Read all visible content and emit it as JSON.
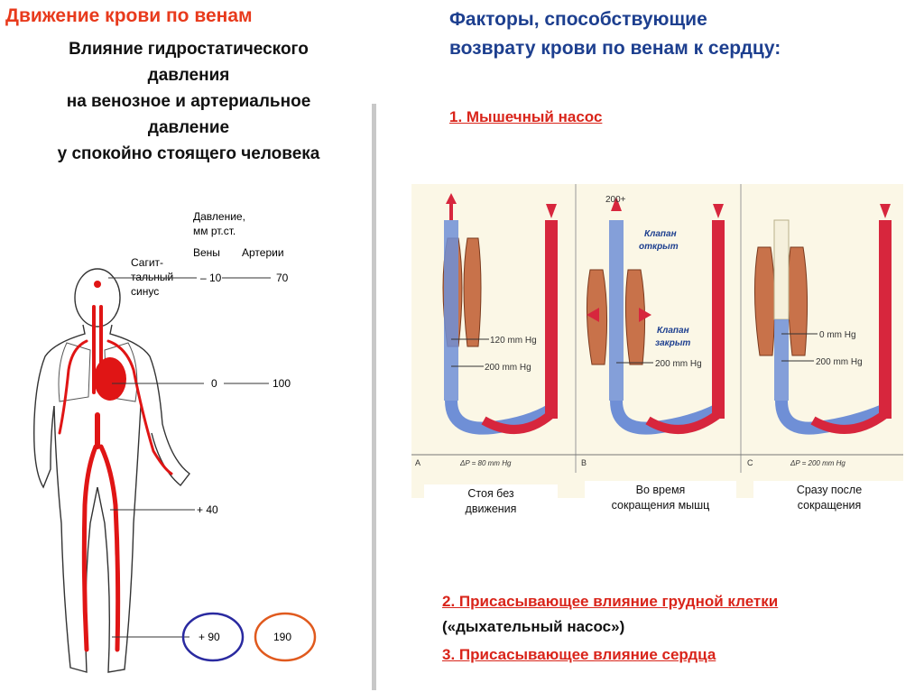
{
  "left": {
    "title": "Движение крови по венам",
    "subtitle_lines": [
      "Влияние гидростатического",
      "давления",
      "на венозное и артериальное",
      "давление",
      "у спокойно стоящего человека"
    ],
    "pressure_header": [
      "Давление,",
      "мм рт.ст."
    ],
    "col_veins": "Вены",
    "col_arteries": "Артерии",
    "sinus_label": [
      "Сагит-",
      "тальный",
      "синус"
    ],
    "rows": [
      {
        "vein": "– 10",
        "artery": "70"
      },
      {
        "vein": "0",
        "artery": "100"
      },
      {
        "vein": "+ 40",
        "artery": ""
      },
      {
        "vein": "+ 90",
        "artery": "190"
      }
    ],
    "colors": {
      "vein_circle": "#2a2aa0",
      "artery_circle": "#e05a1e",
      "blood": "#e01515"
    }
  },
  "right": {
    "title_lines": [
      "Факторы, способствующие",
      "возврату крови по венам к сердцу:"
    ],
    "factor1": "1. Мышечный насос",
    "panel": {
      "top_value": "200+",
      "valve_open": [
        "Клапан",
        "открыт"
      ],
      "valve_closed": [
        "Клапан",
        "закрыт"
      ],
      "panelA": {
        "letter": "A",
        "upper": "120 mm Hg",
        "lower": "200 mm Hg",
        "delta": "ΔP = 80 mm Hg",
        "caption": [
          "Стоя без",
          "движения"
        ]
      },
      "panelB": {
        "letter": "B",
        "lower": "200 mm Hg",
        "caption": [
          "Во время",
          "сокращения мышц"
        ]
      },
      "panelC": {
        "letter": "C",
        "upper": "0 mm Hg",
        "lower": "200 mm Hg",
        "delta": "ΔP = 200 mm Hg",
        "caption": [
          "Сразу после",
          "сокращения"
        ]
      }
    },
    "factor2_lines": [
      "2. Присасывающее влияние грудной клетки",
      "(«дыхательный насос»)"
    ],
    "factor3": "3. Присасывающее влияние сердца",
    "colors": {
      "artery": "#d7263d",
      "vein": "#6f8fd6",
      "muscle": "#c8724a",
      "panel_bg": "#fbf7e6"
    }
  }
}
